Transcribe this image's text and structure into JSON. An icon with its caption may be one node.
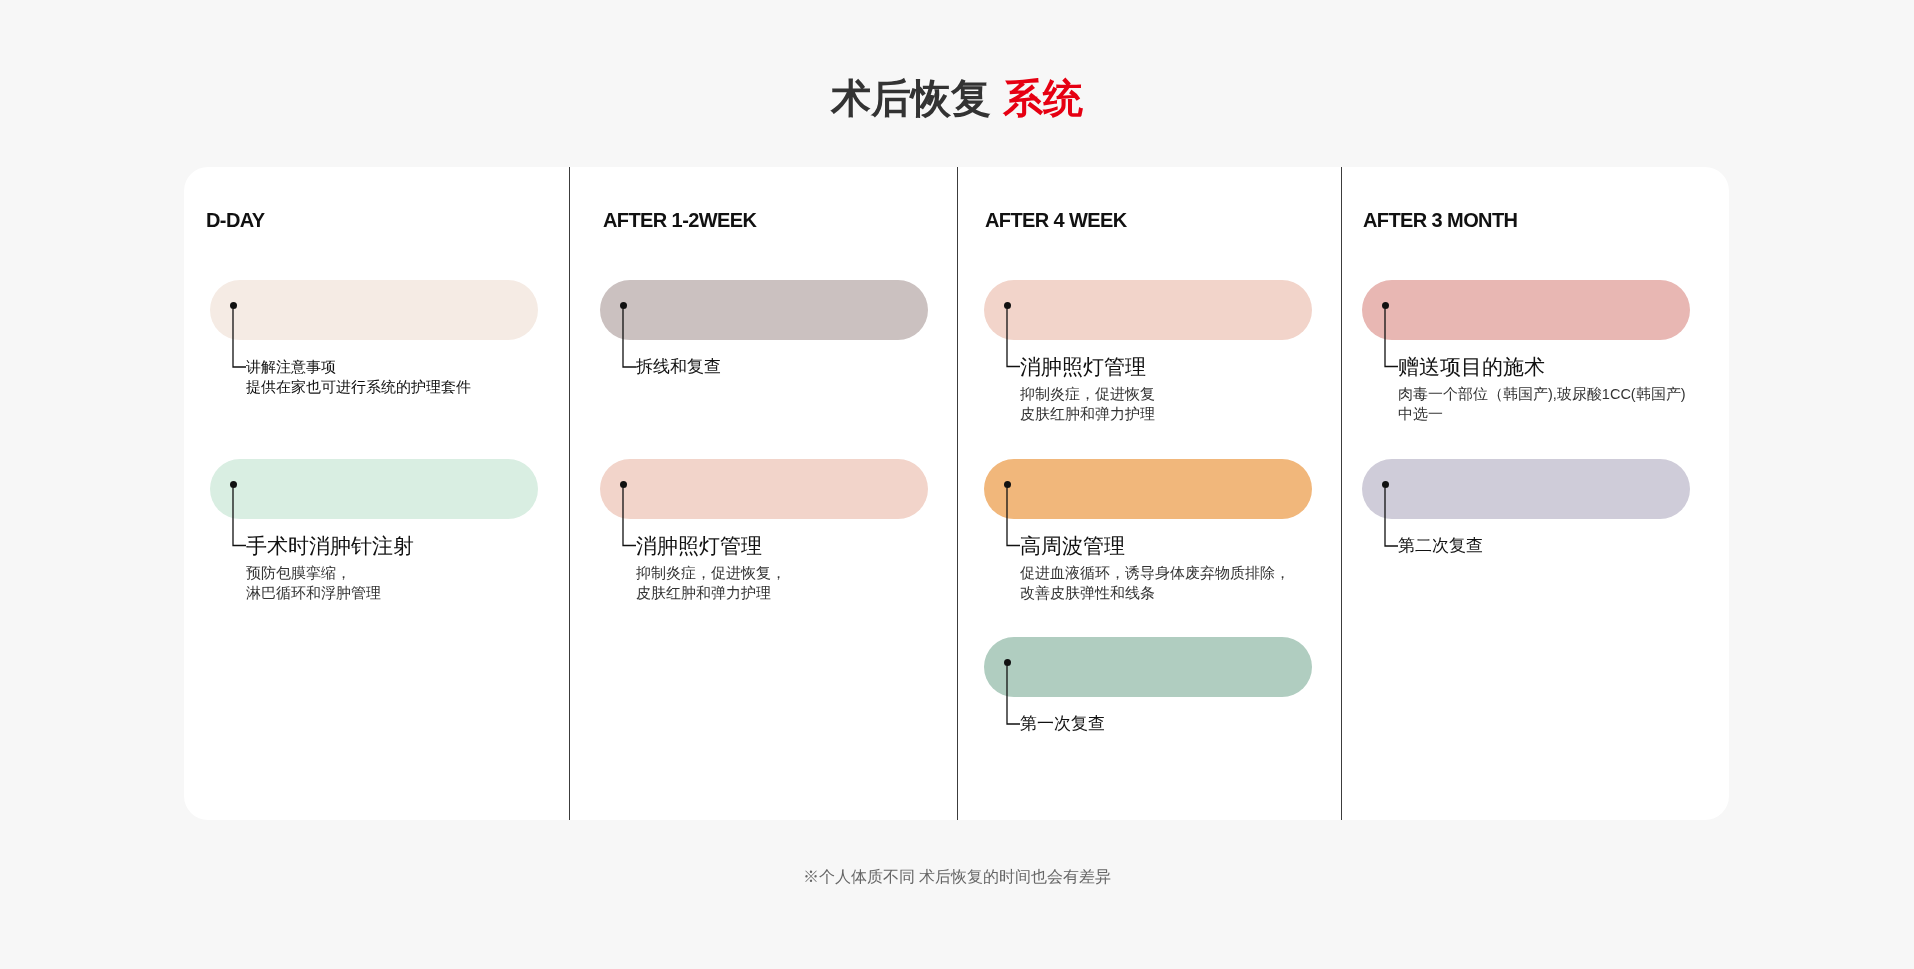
{
  "diagram": {
    "title": "术后恢复 系统",
    "caption": "※个人体质不同 术后恢复的时间也会有差异",
    "nodes": [
      {
        "text": [
          "D-DAY"
        ]
      },
      {
        "text": [],
        "shape": "bar",
        "in": 0
      },
      {
        "text": [],
        "shape": "circle",
        "in": 1
      },
      {
        "text": [
          "讲解注意事项",
          "提供在家也可进行系统的护理套件"
        ],
        "in": 0
      },
      {
        "text": [],
        "shape": "bar",
        "in": 0
      },
      {
        "text": [],
        "shape": "circle",
        "in": 4
      },
      {
        "text": [
          "手术时消肿针注射",
          "预防包膜挛缩，淋巴循环和浮肿管理"
        ],
        "in": 0
      },
      {
        "text": [
          "AFTER 1-2WEEK"
        ]
      },
      {
        "text": [],
        "shape": "bar",
        "in": 7
      },
      {
        "text": [],
        "shape": "circle",
        "in": 8
      },
      {
        "text": [
          "拆线和复查"
        ],
        "in": 7
      },
      {
        "text": [],
        "shape": "bar",
        "in": 7
      },
      {
        "text": [],
        "shape": "circle",
        "in": 11
      },
      {
        "text": [
          "消肿照灯管理",
          "抑制炎症，促进恢复，皮肤红肿和弹力护理"
        ],
        "in": 7
      },
      {
        "text": [
          "AFTER 4 WEEK"
        ]
      },
      {
        "text": [],
        "shape": "bar",
        "in": 14
      },
      {
        "text": [],
        "shape": "circle",
        "in": 15
      },
      {
        "text": [
          "消肿照灯管理",
          "抑制炎症，促进恢复皮肤红肿和弹力护理"
        ],
        "in": 14
      },
      {
        "text": [],
        "shape": "bar",
        "in": 14
      },
      {
        "text": [],
        "shape": "circle",
        "in": 18
      },
      {
        "text": [
          "高周波管理",
          "促进血液循环，诱导身体废弃物质排除，改善皮肤弹性和线条"
        ],
        "in": 14
      },
      {
        "text": [],
        "shape": "bar",
        "in": 14
      },
      {
        "text": [],
        "shape": "circle",
        "in": 21
      },
      {
        "text": [
          "第一次复查"
        ],
        "in": 14
      },
      {
        "text": [
          "AFTER 3 MONTH"
        ]
      },
      {
        "text": [],
        "shape": "bar",
        "in": 24
      },
      {
        "text": [],
        "shape": "circle",
        "in": 25
      },
      {
        "text": [
          "赠送项目的施术",
          "肉毒一个部位（韩国产),玻尿酸1CC(韩国产)中选一"
        ],
        "in": 24
      },
      {
        "text": [],
        "shape": "bar",
        "in": 24
      },
      {
        "text": [],
        "shape": "circle",
        "in": 28
      },
      {
        "text": [
          "第二次复查"
        ],
        "in": 24
      }
    ],
    "edges": [
      {
        "from": 3,
        "to": 2,
        "arrow": "none"
      },
      {
        "from": 6,
        "to": 5,
        "arrow": "none"
      },
      {
        "from": 10,
        "to": 9,
        "arrow": "none"
      },
      {
        "from": 13,
        "to": 12,
        "arrow": "none"
      },
      {
        "from": 17,
        "to": 16,
        "arrow": "none"
      },
      {
        "from": 20,
        "to": 19,
        "arrow": "none"
      },
      {
        "from": 23,
        "to": 22,
        "arrow": "none"
      },
      {
        "from": 27,
        "to": 26,
        "arrow": "none"
      },
      {
        "from": 30,
        "to": 29,
        "arrow": "none"
      }
    ]
  }
}
